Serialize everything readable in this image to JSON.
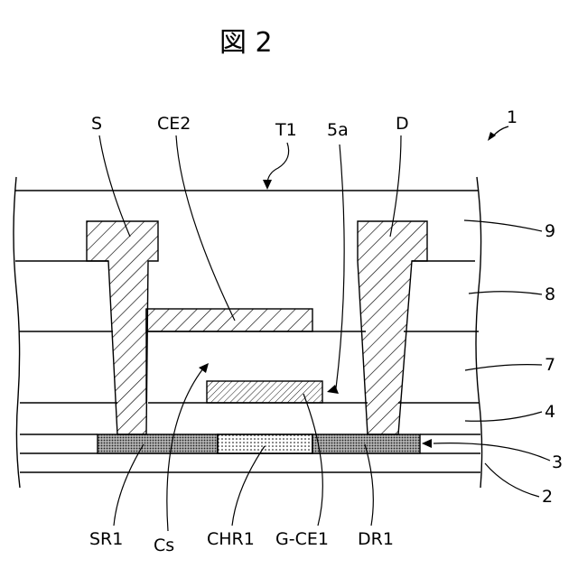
{
  "figure": {
    "title": "図 2",
    "device_ref": "1"
  },
  "labels": {
    "S": "S",
    "CE2": "CE2",
    "T1": "T1",
    "a5": "5a",
    "D": "D",
    "n9": "9",
    "n8": "8",
    "n7": "7",
    "n4": "4",
    "n3": "3",
    "n2": "2",
    "SR1": "SR1",
    "Cs": "Cs",
    "CHR1": "CHR1",
    "GCE1": "G-CE1",
    "DR1": "DR1"
  }
}
